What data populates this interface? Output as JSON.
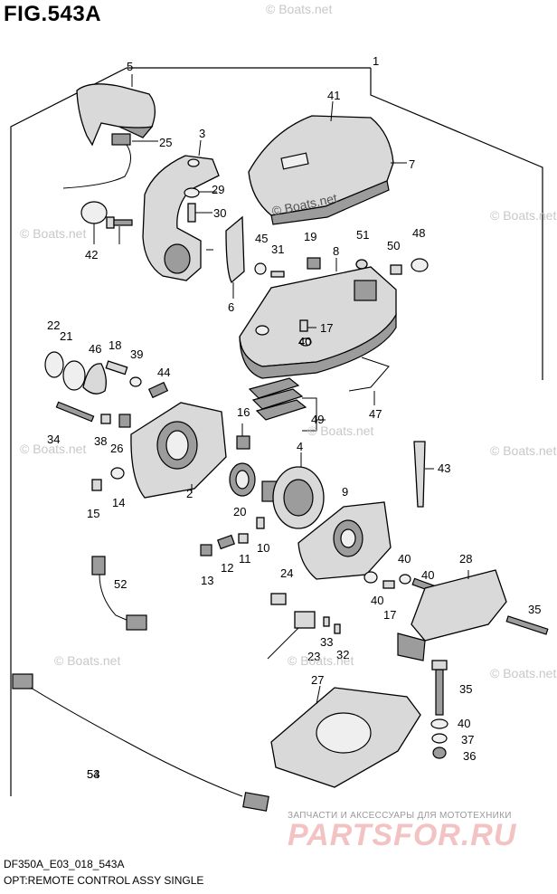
{
  "figure": {
    "title": "FIG.543A",
    "code": "DF350A_E03_018_543A",
    "description": "OPT:REMOTE CONTROL ASSY SINGLE"
  },
  "watermarks": {
    "small": "© Boats.net",
    "shop_tagline": "ЗАПЧАСТИ И АКСЕССУАРЫ ДЛЯ МОТОТЕХНИКИ",
    "shop_logo": "PARTSFOR.RU"
  },
  "parts": [
    "1",
    "2",
    "3",
    "4",
    "5",
    "6",
    "7",
    "8",
    "9",
    "10",
    "11",
    "12",
    "13",
    "14",
    "15",
    "16",
    "17",
    "17",
    "18",
    "19",
    "20",
    "21",
    "22",
    "23",
    "24",
    "25",
    "26",
    "27",
    "28",
    "29",
    "30",
    "31",
    "32",
    "33",
    "34",
    "35",
    "35",
    "36",
    "37",
    "38",
    "39",
    "40",
    "40",
    "40",
    "40",
    "40",
    "40",
    "41",
    "42",
    "43",
    "44",
    "45",
    "46",
    "47",
    "48",
    "49",
    "50",
    "51",
    "52",
    "53",
    "54"
  ],
  "colors": {
    "line": "#000000",
    "part_fill": "#d9d9d9",
    "part_dark": "#9c9c9c",
    "logo": "#f3c3c3"
  }
}
